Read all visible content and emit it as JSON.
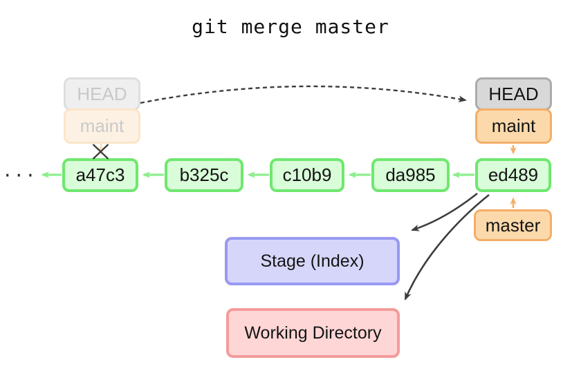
{
  "title": "git merge master",
  "ellipsis": "···",
  "old_pointer": {
    "head_label": "HEAD",
    "branch_label": "maint"
  },
  "new_pointer": {
    "head_label": "HEAD",
    "branch_label": "maint"
  },
  "commits": [
    "a47c3",
    "b325c",
    "c10b9",
    "da985",
    "ed489"
  ],
  "master_label": "master",
  "stage_label": "Stage (Index)",
  "workdir_label": "Working Directory",
  "colors": {
    "commit_fill": "#d9fcd9",
    "commit_border": "#6fe76f",
    "commit_arrow": "#8cee8c",
    "branch_fill": "#fcd9ab",
    "branch_border": "#f3ae68",
    "head_fill": "#d8d8d8",
    "head_border": "#ababab",
    "faded_head_fill": "#efefef",
    "faded_head_border": "#dedede",
    "faded_head_text": "#c8c8c8",
    "faded_branch_fill": "#fdf1e3",
    "faded_branch_border": "#fbe5c9",
    "faded_branch_text": "#c9c9c9",
    "faded_arrow": "#f8dcb6",
    "stage_fill": "#d6d6fa",
    "stage_border": "#9898f2",
    "workdir_fill": "#ffd6d6",
    "workdir_border": "#f59b9b",
    "dark_arrow": "#3d3d3d"
  }
}
